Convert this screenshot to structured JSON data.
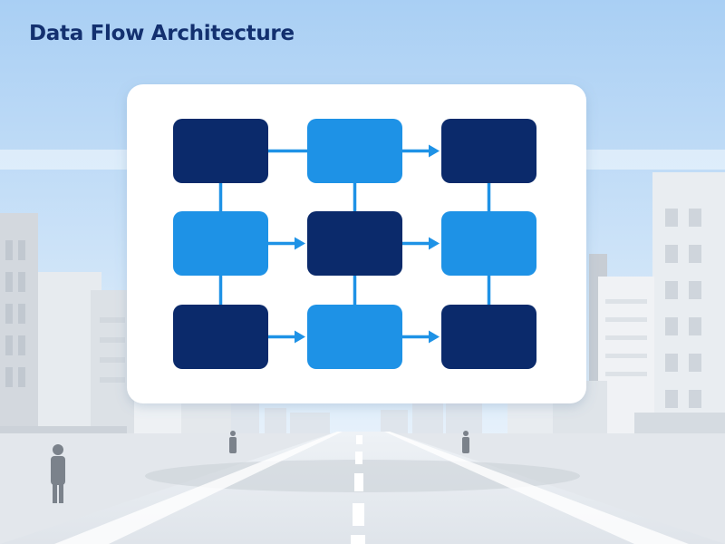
{
  "title": "Data Flow Architecture",
  "colors": {
    "sky_top": "#a9cff4",
    "sky_bottom": "#e6f1fb",
    "node_dark": "#0b2a6b",
    "node_light": "#1e92e6",
    "connector": "#1e92e6",
    "title": "#13306f",
    "panel": "#ffffff"
  },
  "diagram": {
    "rows": 3,
    "cols": 3,
    "nodes": [
      {
        "row": 0,
        "col": 0,
        "shade": "dark"
      },
      {
        "row": 0,
        "col": 1,
        "shade": "light"
      },
      {
        "row": 0,
        "col": 2,
        "shade": "dark"
      },
      {
        "row": 1,
        "col": 0,
        "shade": "light"
      },
      {
        "row": 1,
        "col": 1,
        "shade": "dark"
      },
      {
        "row": 1,
        "col": 2,
        "shade": "light"
      },
      {
        "row": 2,
        "col": 0,
        "shade": "dark"
      },
      {
        "row": 2,
        "col": 1,
        "shade": "light"
      },
      {
        "row": 2,
        "col": 2,
        "shade": "dark"
      }
    ],
    "edges": [
      {
        "from": [
          0,
          0
        ],
        "to": [
          0,
          1
        ],
        "arrow": false
      },
      {
        "from": [
          0,
          1
        ],
        "to": [
          0,
          2
        ],
        "arrow": true
      },
      {
        "from": [
          1,
          0
        ],
        "to": [
          1,
          1
        ],
        "arrow": true
      },
      {
        "from": [
          1,
          1
        ],
        "to": [
          1,
          2
        ],
        "arrow": true
      },
      {
        "from": [
          2,
          0
        ],
        "to": [
          2,
          1
        ],
        "arrow": true
      },
      {
        "from": [
          2,
          1
        ],
        "to": [
          2,
          2
        ],
        "arrow": true
      },
      {
        "from": [
          0,
          0
        ],
        "to": [
          1,
          0
        ],
        "arrow": false
      },
      {
        "from": [
          1,
          0
        ],
        "to": [
          2,
          0
        ],
        "arrow": false
      },
      {
        "from": [
          0,
          1
        ],
        "to": [
          1,
          1
        ],
        "arrow": false
      },
      {
        "from": [
          1,
          1
        ],
        "to": [
          2,
          1
        ],
        "arrow": false
      },
      {
        "from": [
          0,
          2
        ],
        "to": [
          1,
          2
        ],
        "arrow": false
      },
      {
        "from": [
          1,
          2
        ],
        "to": [
          2,
          2
        ],
        "arrow": false
      }
    ]
  }
}
